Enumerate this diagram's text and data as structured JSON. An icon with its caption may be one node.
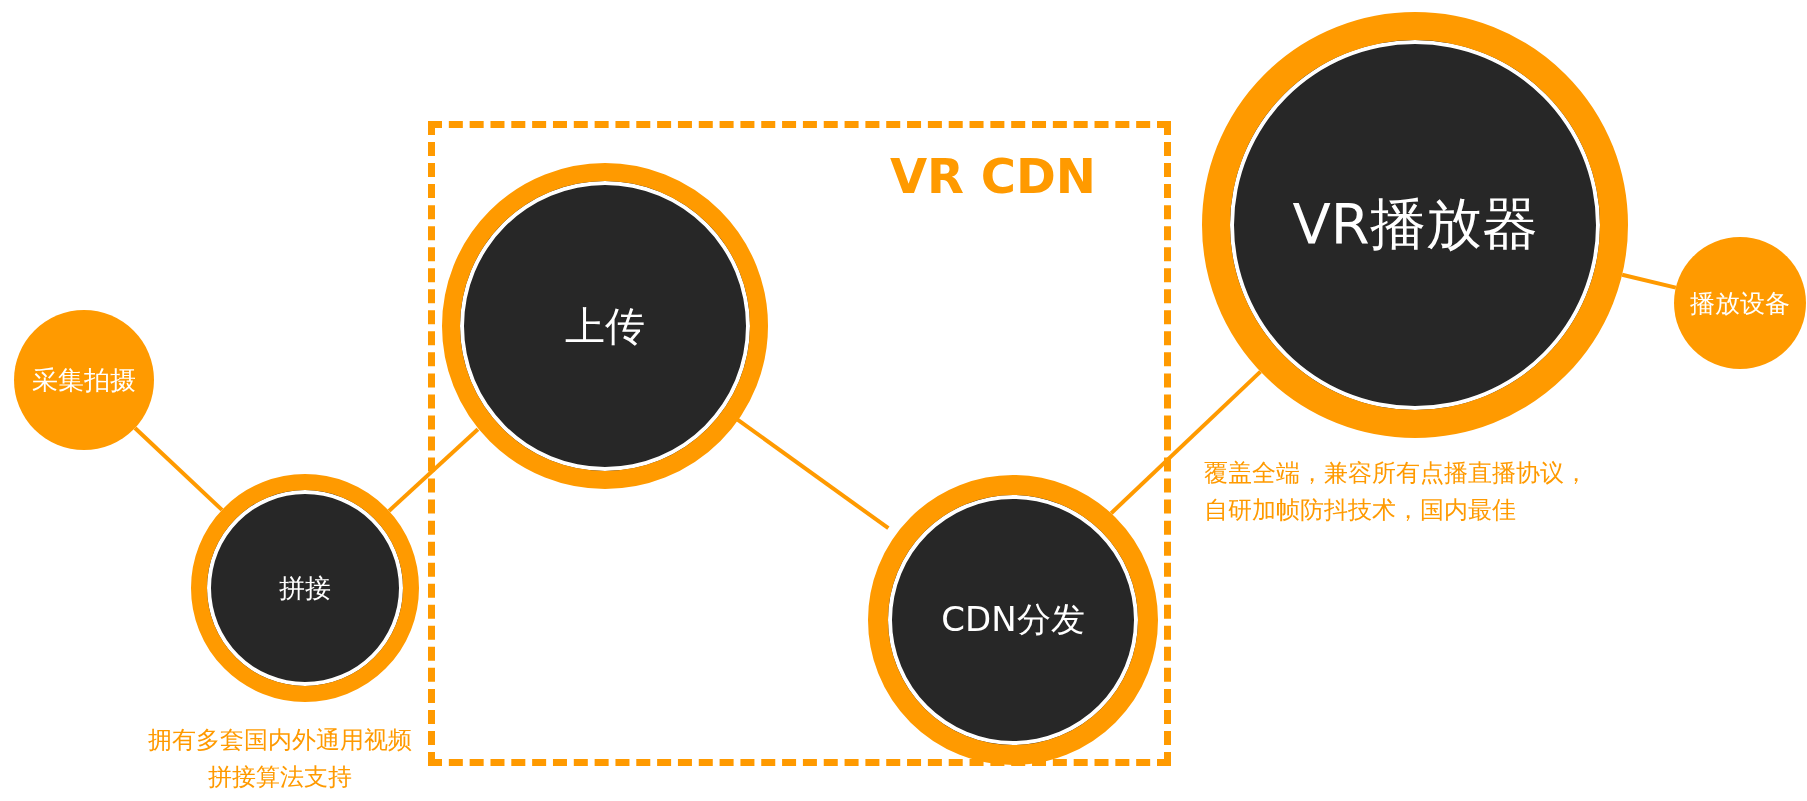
{
  "diagram": {
    "nodes": [
      {
        "text": [
          "采集拍摄"
        ]
      },
      {
        "text": [
          "拼接"
        ],
        "beside": [
          "拥有多套国内外通用视频拼接算法支持"
        ]
      },
      {
        "text": [
          "VR CDN"
        ]
      },
      {
        "text": [
          "上传"
        ],
        "in": 2
      },
      {
        "text": [
          "CDN分发"
        ],
        "in": 2
      },
      {
        "text": [
          "VR播放器"
        ],
        "beside": [
          "覆盖全端，兼容所有点播直播协议，自研加帧防抖技术，国内最佳"
        ]
      },
      {
        "text": [
          "播放设备"
        ]
      }
    ],
    "edges": [
      {
        "from": 0,
        "to": 1,
        "arrow": "none"
      },
      {
        "from": 1,
        "to": 3,
        "arrow": "none"
      },
      {
        "from": 3,
        "to": 4,
        "arrow": "none"
      },
      {
        "from": 4,
        "to": 5,
        "arrow": "none"
      },
      {
        "from": 5,
        "to": 6,
        "arrow": "none"
      }
    ]
  }
}
